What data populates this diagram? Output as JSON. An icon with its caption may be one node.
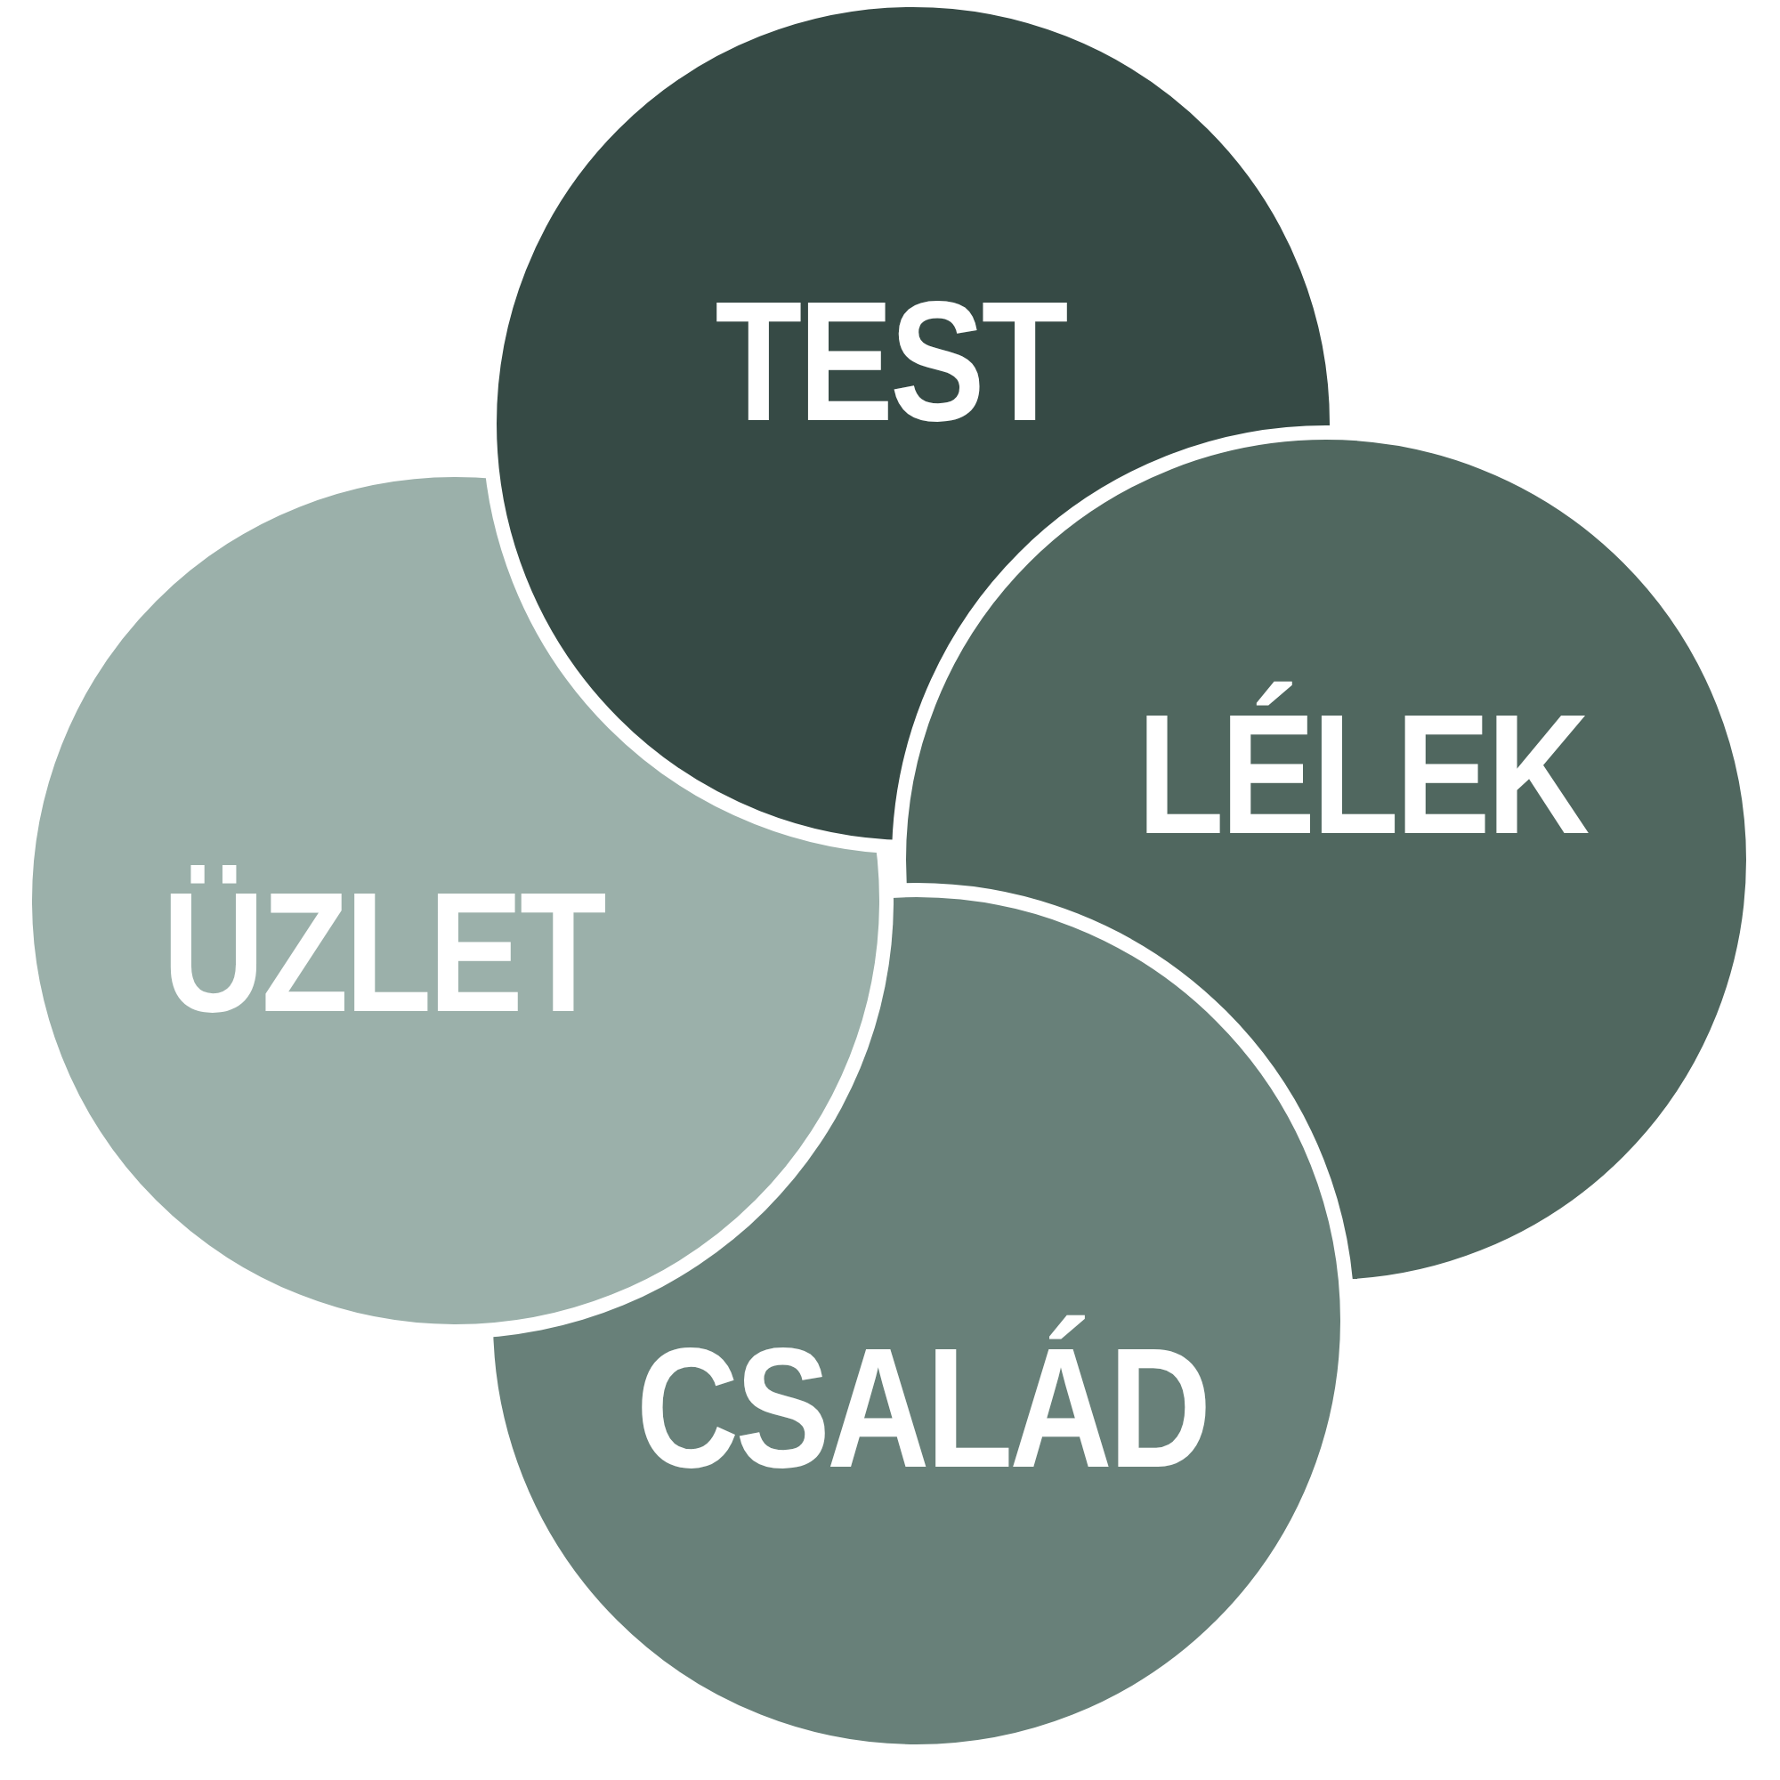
{
  "diagram": {
    "nodes": [
      {
        "text": [
          "TEST"
        ]
      },
      {
        "text": [
          "LÉLEK"
        ]
      },
      {
        "text": [
          "ÜZLET"
        ]
      },
      {
        "text": [
          "CSALÁD"
        ]
      }
    ]
  }
}
